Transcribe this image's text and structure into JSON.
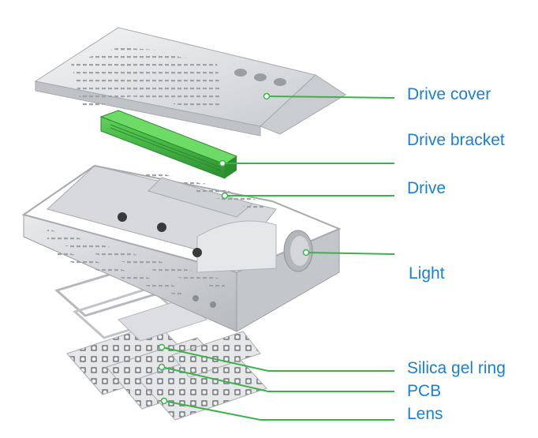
{
  "diagram": {
    "line_color": "#3bb34a",
    "label_color": "#1a7fd4",
    "parts": [
      {
        "id": "drive-cover",
        "label": "Drive cover"
      },
      {
        "id": "drive-bracket",
        "label": "Drive bracket"
      },
      {
        "id": "drive",
        "label": "Drive"
      },
      {
        "id": "light",
        "label": "Light"
      },
      {
        "id": "silica-gel-ring",
        "label": "Silica gel ring"
      },
      {
        "id": "pcb",
        "label": "PCB"
      },
      {
        "id": "lens",
        "label": "Lens"
      }
    ]
  }
}
